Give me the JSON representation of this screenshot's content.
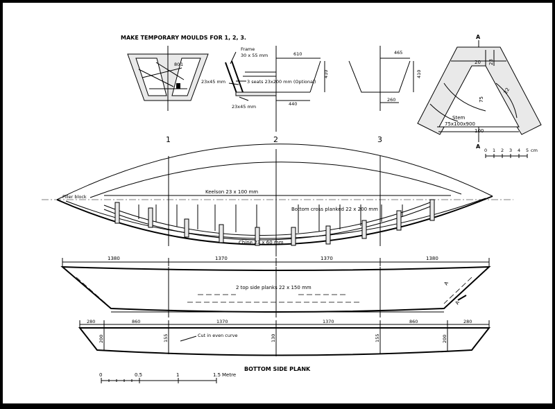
{
  "title": "MAKE TEMPORARY MOULDS FOR 1, 2, 3.",
  "moulds": {
    "section_numbers": [
      "1",
      "2",
      "3"
    ],
    "mould1_labels": [
      "80",
      "1"
    ],
    "mould2_labels": {
      "frame": "Frame",
      "frame_size": "30 x 55 mm",
      "batten_a": "23x45 mm",
      "seats": "3 seats 23x200 mm (Optional)",
      "batten_b": "23x45 mm",
      "top_width": "610",
      "depth": "410",
      "bottom_width": "440"
    },
    "mould3_labels": {
      "top_width": "465",
      "depth": "410",
      "bottom_width": "260"
    }
  },
  "stem_detail": {
    "section_mark": "A",
    "dim_top": "20",
    "dim_side": "23",
    "dim_height": "75",
    "dim_angle": "22",
    "stem_label": "Stem",
    "stem_size": "75x100x900",
    "dim_bottom": "100",
    "scale_ticks": [
      "0",
      "1",
      "2",
      "3",
      "4",
      "5"
    ],
    "scale_unit": "cm"
  },
  "side_view": {
    "filler_block": "Filler block",
    "keelson": "Keelson 23 x 100 mm",
    "bottom_planked": "Bottom  cross  planked  22 x 200 mm",
    "chine": "Chine 23 x 60 mm"
  },
  "plan_view": {
    "dims": [
      "1380",
      "1370",
      "1370",
      "1380"
    ],
    "planks_label": "2  top side  planks  22 x 150 mm",
    "section_mark": "A"
  },
  "bottom_side_plank": {
    "dims": [
      "280",
      "860",
      "1370",
      "1370",
      "860",
      "280"
    ],
    "heights": [
      "200",
      "155",
      "130",
      "155",
      "200"
    ],
    "curve_note": "Cut in even curve",
    "title": "BOTTOM SIDE PLANK"
  },
  "metre_scale": {
    "ticks": [
      "0",
      "0.5",
      "1",
      "1.5"
    ],
    "unit": "Metre"
  }
}
